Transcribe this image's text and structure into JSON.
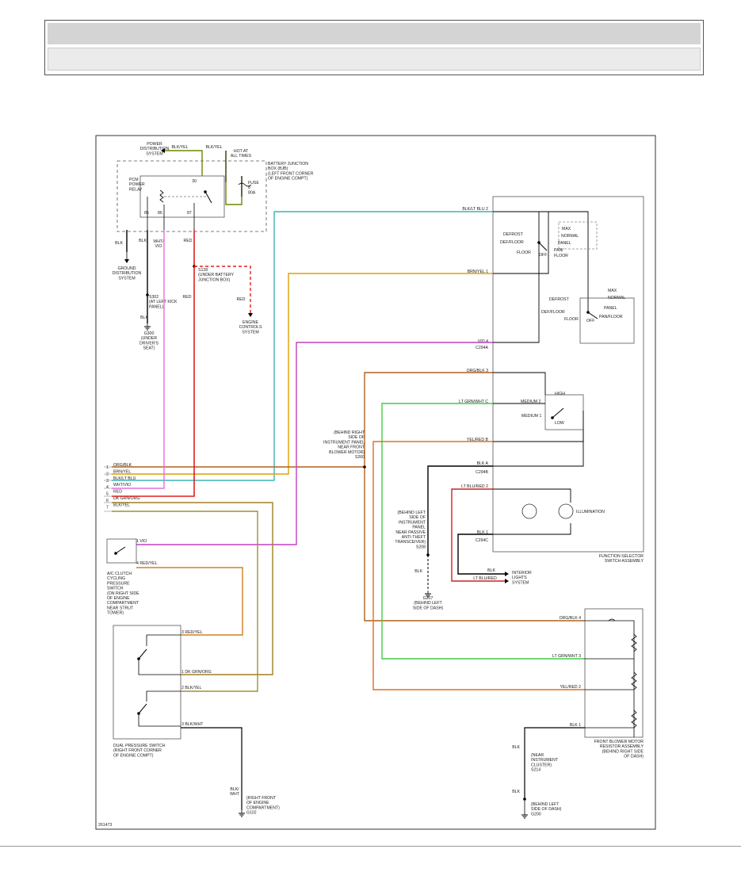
{
  "labels": {
    "pwr_dist": [
      "POWER",
      "DISTRIBUTION",
      "SYSTEM"
    ],
    "blk_yel_top": "BLK/YEL",
    "blk_yel_top2": "BLK/YEL",
    "hot_at_all_times": [
      "HOT AT",
      "ALL TIMES"
    ],
    "battery_jb": [
      "BATTERY JUNCTION",
      "BOX (BJB)",
      "(LEFT FRONT CORNER",
      "OF ENGINE COMPT)"
    ],
    "pcm_relay": [
      "PCM",
      "POWER",
      "RELAY"
    ],
    "fuse": [
      "FUSE",
      "8",
      "80A"
    ],
    "pin30": "30",
    "pin85": "85",
    "pin86": "86",
    "pin87": "87",
    "blk_a": "BLK",
    "blk_b": "BLK",
    "wht_vio": [
      "WHT/",
      "VIO"
    ],
    "red_a": "RED",
    "ground_dist": [
      "GROUND",
      "DISTRIBUTION",
      "SYSTEM"
    ],
    "s302": [
      "S302",
      "(AT LEFT KICK",
      "PANEL)"
    ],
    "blk_c": "BLK",
    "g300": [
      "G300",
      "(UNDER",
      "DRIVER'S",
      "SEAT)"
    ],
    "s128": [
      "S128",
      "(UNDER BATTERY",
      "JUNCTION BOX)"
    ],
    "red_b": "RED",
    "red_c": "RED",
    "engine_ctrl": [
      "ENGINE",
      "CONTROLS",
      "SYSTEM"
    ],
    "blk_ltblu_2": "BLK/LT BLU  2",
    "brn_yel_1": "BRN/YEL  1",
    "vio_4": "VIO  4",
    "c294a": "C294A",
    "org_blk_3": "ORG/BLK  3",
    "lt_grn_wht_c": "LT GRN/WHT  C",
    "yel_red_b": "YEL/RED  B",
    "blk_a_pin": "BLK  A",
    "c294b": "C294B",
    "lt_blu_red_2": "LT BLU/RED  2",
    "blk_1": "BLK  1",
    "c294c": "C294C",
    "defrost": "DEFROST",
    "def_floor": "DEF/FLOOR",
    "floor": "FLOOR",
    "off": "OFF",
    "max": "MAX",
    "normal": "NORMAL",
    "panel": "PANEL",
    "pan_floor": [
      "PAN/",
      "FLOOR"
    ],
    "defrost2": "DEFROST",
    "def_floor2": "DEF/FLOOR",
    "floor2": "FLOOR",
    "off2": "OFF",
    "max2": "MAX",
    "normal2": "NORMAL",
    "panel2": "PANEL",
    "pan_floor2": "PAN/FLOOR",
    "high": "HIGH",
    "medium2": "MEDIUM 2",
    "medium1": "MEDIUM 1",
    "low": "LOW",
    "illumination": "ILLUMINATION",
    "function_selector": [
      "FUNCTION SELECTOR",
      "SWITCH ASSEMBLY"
    ],
    "s260": [
      "(BEHIND RIGHT",
      "SIDE OF",
      "INSTRUMENT PANEL",
      "NEAR FRONT",
      "BLOWER MOTOR)",
      "S260"
    ],
    "s208": [
      "(BEHIND LEFT",
      "SIDE OF",
      "INSTRUMENT",
      "PANEL",
      "NEAR PASSIVE",
      "ANTI-THEFT",
      "TRANSCEIVER)",
      "S208"
    ],
    "blk_d": "BLK",
    "g207": [
      "G207",
      "(BEHIND LEFT",
      "SIDE OF DASH)"
    ],
    "blk_e": "BLK",
    "lt_blu_red_x": "LT BLU/RED",
    "interior_lights": [
      "INTERIOR",
      "LIGHTS",
      "SYSTEM"
    ],
    "wire_list": [
      "ORG/BLK",
      "BRN/YEL",
      "BLK/LT BLU",
      "WHT/VIO",
      "RED",
      "DK GRN/ORG",
      "BLK/YEL"
    ],
    "wire_nums": [
      "1",
      "2",
      "3",
      "4",
      "5",
      "6",
      "7"
    ],
    "ac_pin1": "1  VIO",
    "ac_pin4": "4  RED/YEL",
    "ac_switch": [
      "A/C CLUTCH",
      "CYCLING",
      "PRESSURE",
      "SWITCH",
      "(ON RIGHT SIDE",
      "OF ENGINE",
      "COMPARTMENT",
      "NEAR STRUT",
      "TOWER)"
    ],
    "dp_pin3": "3  RED/YEL",
    "dp_pin1": "1  DK GRN/ORG",
    "dp_pin2": "2  BLK/YEL",
    "dp_pin3b": "3  BLK/WHT",
    "dual_switch": [
      "DUAL PRESSURE SWITCH",
      "(RIGHT FRONT CORNER",
      "OF ENGINE COMPT)"
    ],
    "blk_wht_s": [
      "BLK/",
      "WHT"
    ],
    "g102": [
      "(RIGHT FRONT",
      "OF ENGINE",
      "COMPARTMENT)",
      "G102"
    ],
    "org_blk_4": "ORG/BLK  4",
    "lt_grn_wht_3": "LT GRN/WHT  3",
    "yel_red_2": "YEL/RED  2",
    "blk_1b": "BLK  1",
    "resistor_assy": [
      "FRONT BLOWER MOTOR",
      "RESISTOR ASSEMBLY",
      "(BEHIND RIGHT SIDE",
      "OF DASH)"
    ],
    "blk_f": "BLK",
    "s214": [
      "(NEAR",
      "INSTRUMENT",
      "CLUSTER)",
      "S214"
    ],
    "blk_g": "BLK",
    "g200": [
      "(BEHIND LEFT",
      "SIDE OF DASH)",
      "G200"
    ],
    "fig_id": "261473"
  },
  "wire_colors": {
    "blk_ltblu": "#3cb4b4",
    "brn_yel": "#e0a000",
    "vio": "#c040c0",
    "org_blk": "#b0601c",
    "lt_grn_wht": "#44cc44",
    "yel_red": "#e07020",
    "blk": "#000000",
    "lt_blu_red": "#cc2222",
    "red": "#e02020",
    "wht_vio": "#e070e0",
    "dk_grn_org": "#a08020",
    "blk_yel": "#a09030",
    "red_yel": "#d08020",
    "blk_wht": "#000000",
    "blk_yel_top": "#6a8a00"
  }
}
